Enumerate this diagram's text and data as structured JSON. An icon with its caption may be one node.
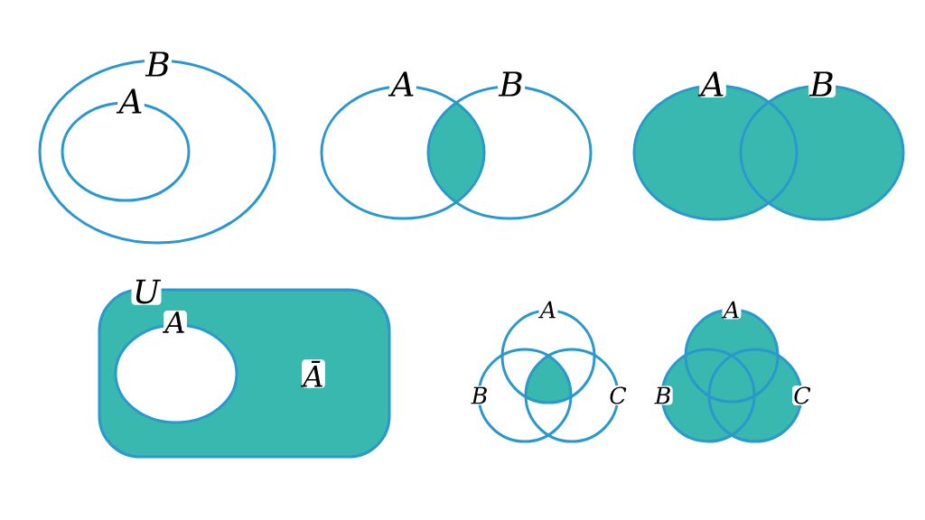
{
  "diagram": {
    "nodes": [
      {
        "text": [
          "B"
        ]
      },
      {
        "text": [
          "A"
        ],
        "in": 0
      },
      {
        "text": [
          "A"
        ]
      },
      {
        "text": [
          "B"
        ]
      },
      {
        "text": [
          "A"
        ]
      },
      {
        "text": [
          "B"
        ]
      },
      {
        "text": [
          "U",
          "Ā"
        ]
      },
      {
        "text": [
          "A"
        ],
        "in": 6
      },
      {
        "text": [
          "A"
        ]
      },
      {
        "text": [
          "B"
        ]
      },
      {
        "text": [
          "C"
        ]
      },
      {
        "text": [
          "A"
        ]
      },
      {
        "text": [
          "B"
        ]
      },
      {
        "text": [
          "C"
        ]
      }
    ]
  }
}
